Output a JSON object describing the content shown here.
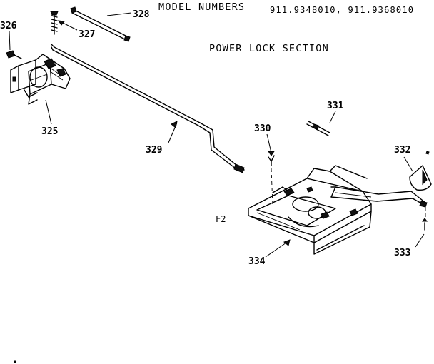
{
  "header": {
    "model_label": "MODEL NUMBERS",
    "model_values": "911.9348010, 911.9368010"
  },
  "section_title": "POWER LOCK SECTION",
  "figure_code": "F2",
  "callouts": {
    "p325": "325",
    "p326": "326",
    "p327": "327",
    "p328": "328",
    "p329": "329",
    "p330": "330",
    "p331": "331",
    "p332": "332",
    "p333": "333",
    "p334": "334"
  }
}
